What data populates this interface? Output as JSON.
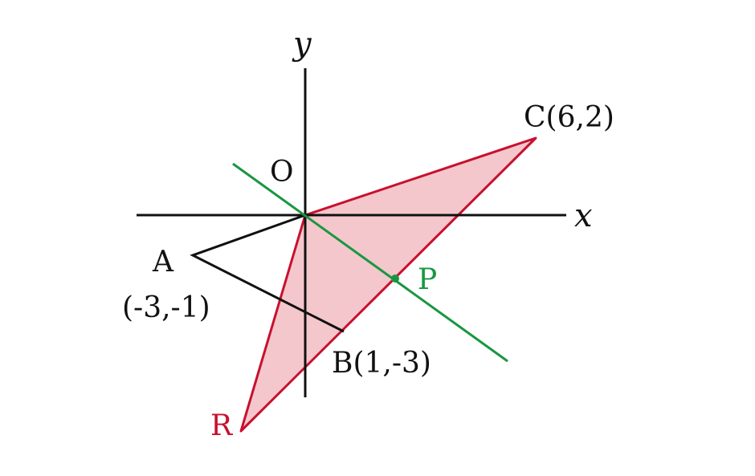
{
  "axes": {
    "x_label": "x",
    "y_label": "y",
    "origin_label": "O"
  },
  "points": {
    "A": {
      "name": "A",
      "coords_label": "(-3,-1)",
      "x": -3,
      "y": -1
    },
    "B": {
      "name": "B",
      "coords_label": "B(1,-3)",
      "x": 1,
      "y": -3
    },
    "C": {
      "name": "C",
      "coords_label": "C(6,2)",
      "x": 6,
      "y": 2
    },
    "P": {
      "name": "P"
    },
    "R": {
      "name": "R"
    }
  },
  "colors": {
    "axis": "#111111",
    "black_triangle": "#111111",
    "red_triangle_stroke": "#c8102e",
    "red_triangle_fill": "#f4c7cc",
    "green_line": "#1a9641",
    "label_black": "#111111",
    "label_red": "#c8102e",
    "label_green": "#1a9641"
  }
}
